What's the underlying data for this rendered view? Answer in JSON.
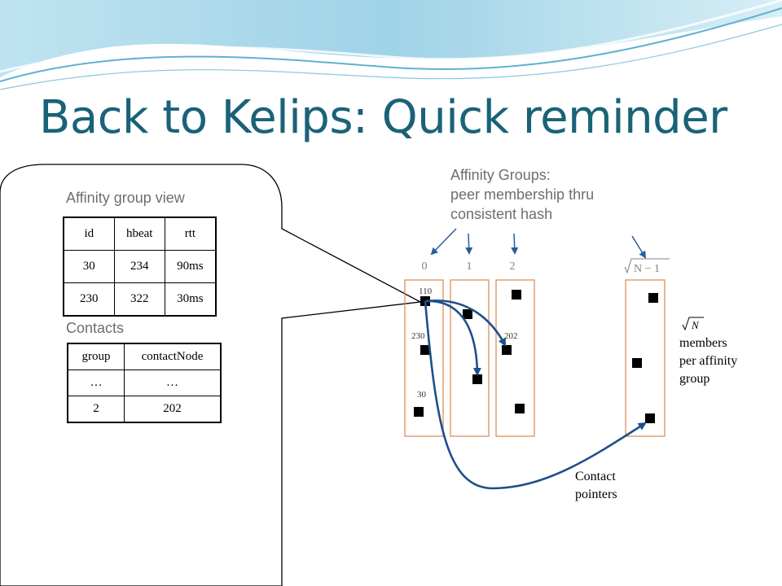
{
  "slide": {
    "title": "Back to Kelips: Quick reminder"
  },
  "affinity_view": {
    "label": "Affinity group view",
    "headers": [
      "id",
      "hbeat",
      "rtt"
    ],
    "rows": [
      [
        "30",
        "234",
        "90ms"
      ],
      [
        "230",
        "322",
        "30ms"
      ]
    ]
  },
  "contacts": {
    "label": "Contacts",
    "headers": [
      "group",
      "contactNode"
    ],
    "rows": [
      [
        "…",
        "…"
      ],
      [
        "2",
        "202"
      ]
    ]
  },
  "affinity_groups": {
    "line1": "Affinity Groups:",
    "line2": "peer membership thru",
    "line3": "consistent hash",
    "indices": [
      "0",
      "1",
      "2"
    ],
    "last_index": "N − 1"
  },
  "nodes": {
    "n110": "110",
    "n230": "230",
    "n30": "30",
    "n202": "202"
  },
  "members_label": {
    "symbol": "N",
    "line1": "members",
    "line2": "per affinity",
    "line3": "group"
  },
  "contact_pointers": {
    "line1": "Contact",
    "line2": "pointers"
  },
  "colors": {
    "title": "#1a6278",
    "box_border": "#d8874a",
    "pointer": "#1d4f8a",
    "wave": "#a9d6e8"
  }
}
